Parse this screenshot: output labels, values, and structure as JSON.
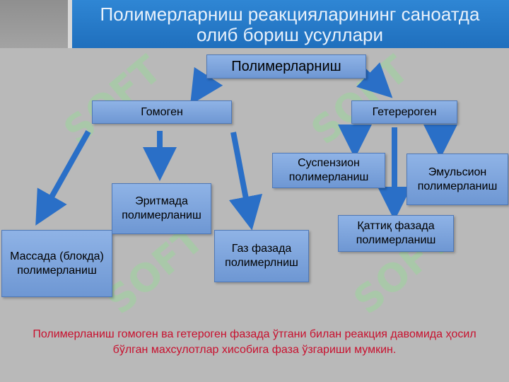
{
  "title": "Полимерларниш реакцияларининг саноатда олиб бориш усуллари",
  "nodes": {
    "root": "Полимерларниш",
    "homogen": "Гомоген",
    "heterogen": "Гетерероген",
    "massa": "Массада (блокда) полимерланиш",
    "eritma": "Эритмада полимерланиш",
    "gaz": "Газ фазада полимерлниш",
    "suspenzion": "Суспензион полимерланиш",
    "emulsion": "Эмульсион полимерланиш",
    "qattiq": "Қаттиқ фазада полимерланиш"
  },
  "footer": "Полимерланиш гомоген ва гетероген фазада ўтгани билан реакция давомида ҳосил бўлган махсулотлар хисобига фаза ўзгариши мумкин.",
  "watermark": "SOFT",
  "colors": {
    "header": "#1f6fbd",
    "box": "#7aa3dc",
    "arrow": "#2a6fc7",
    "footer_text": "#c8102e"
  }
}
